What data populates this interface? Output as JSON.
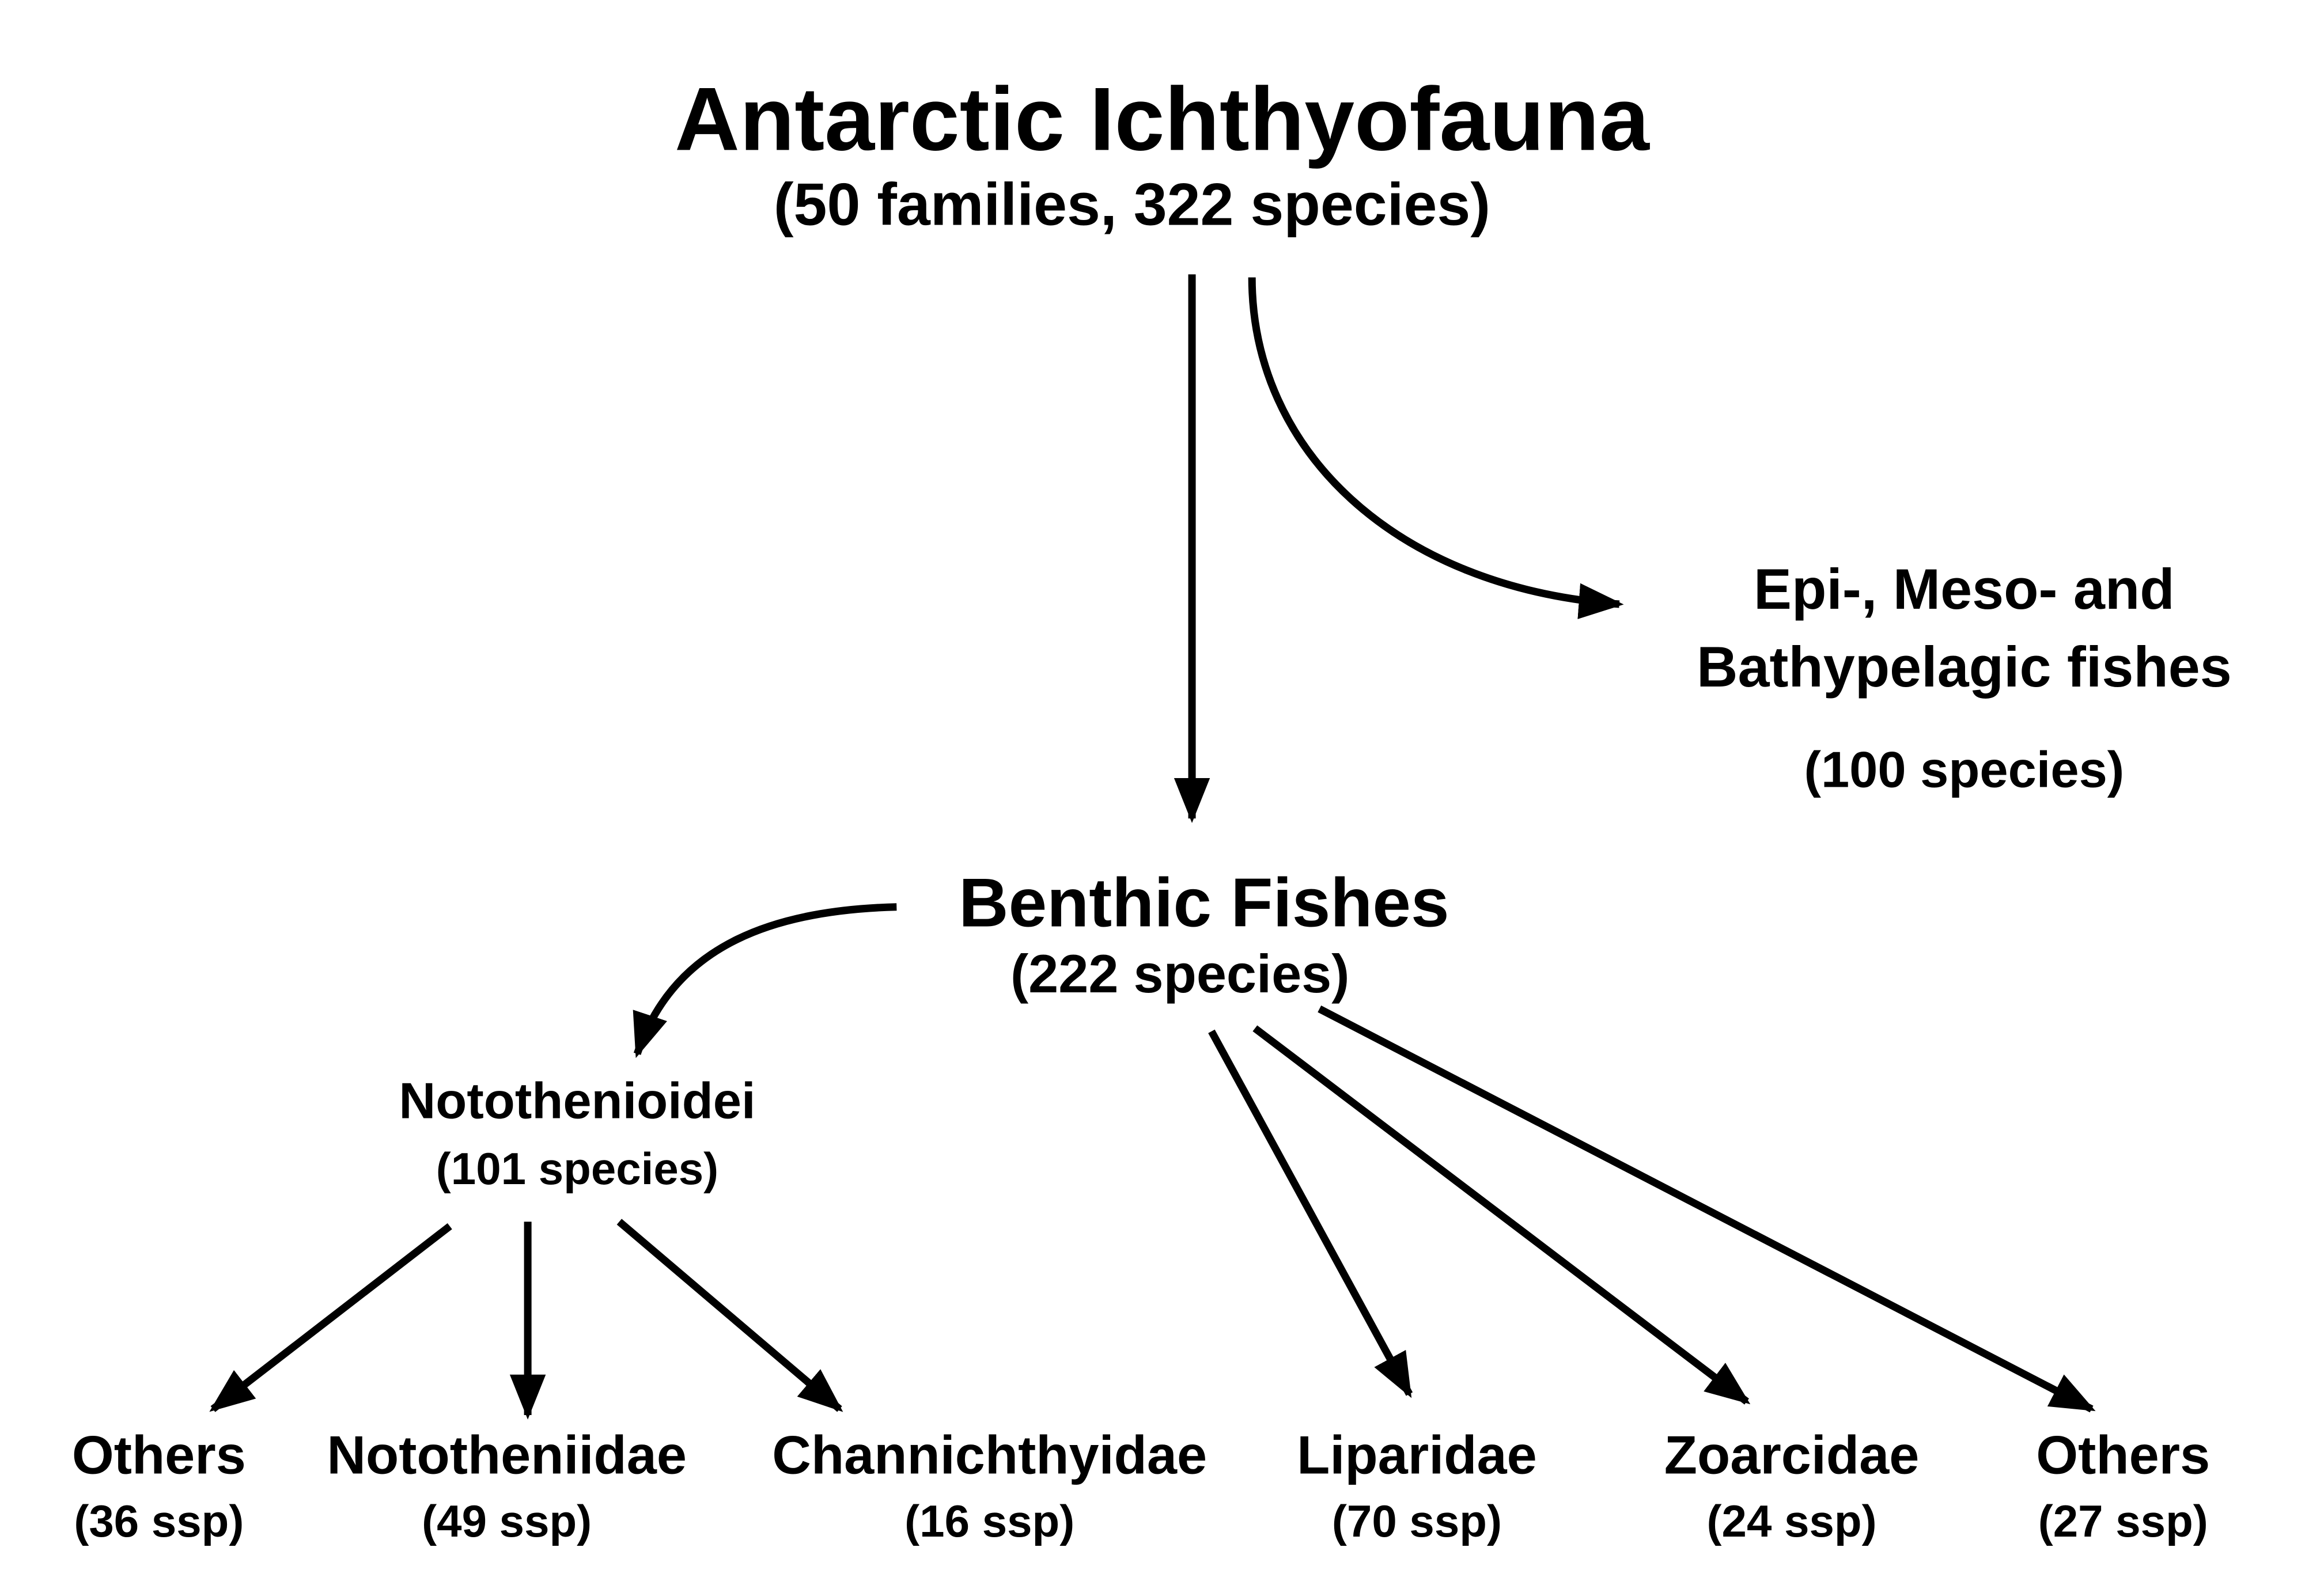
{
  "root": {
    "title": "Antarctic Ichthyofauna",
    "subtitle": "(50 families, 322 species)"
  },
  "pelagic": {
    "line1": "Epi-, Meso- and",
    "line2": "Bathypelagic fishes",
    "count": "(100 species)"
  },
  "benthic": {
    "title": "Benthic Fishes",
    "count": "(222 species)"
  },
  "notothenioidei": {
    "title": "Notothenioidei",
    "count": "(101 species)"
  },
  "leaves": [
    {
      "name": "Others",
      "count": "(36 ssp)"
    },
    {
      "name": "Nototheniidae",
      "count": "(49 ssp)"
    },
    {
      "name": "Channichthyidae",
      "count": "(16 ssp)"
    },
    {
      "name": "Liparidae",
      "count": "(70 ssp)"
    },
    {
      "name": "Zoarcidae",
      "count": "(24 ssp)"
    },
    {
      "name": "Others",
      "count": "(27 ssp)"
    }
  ]
}
